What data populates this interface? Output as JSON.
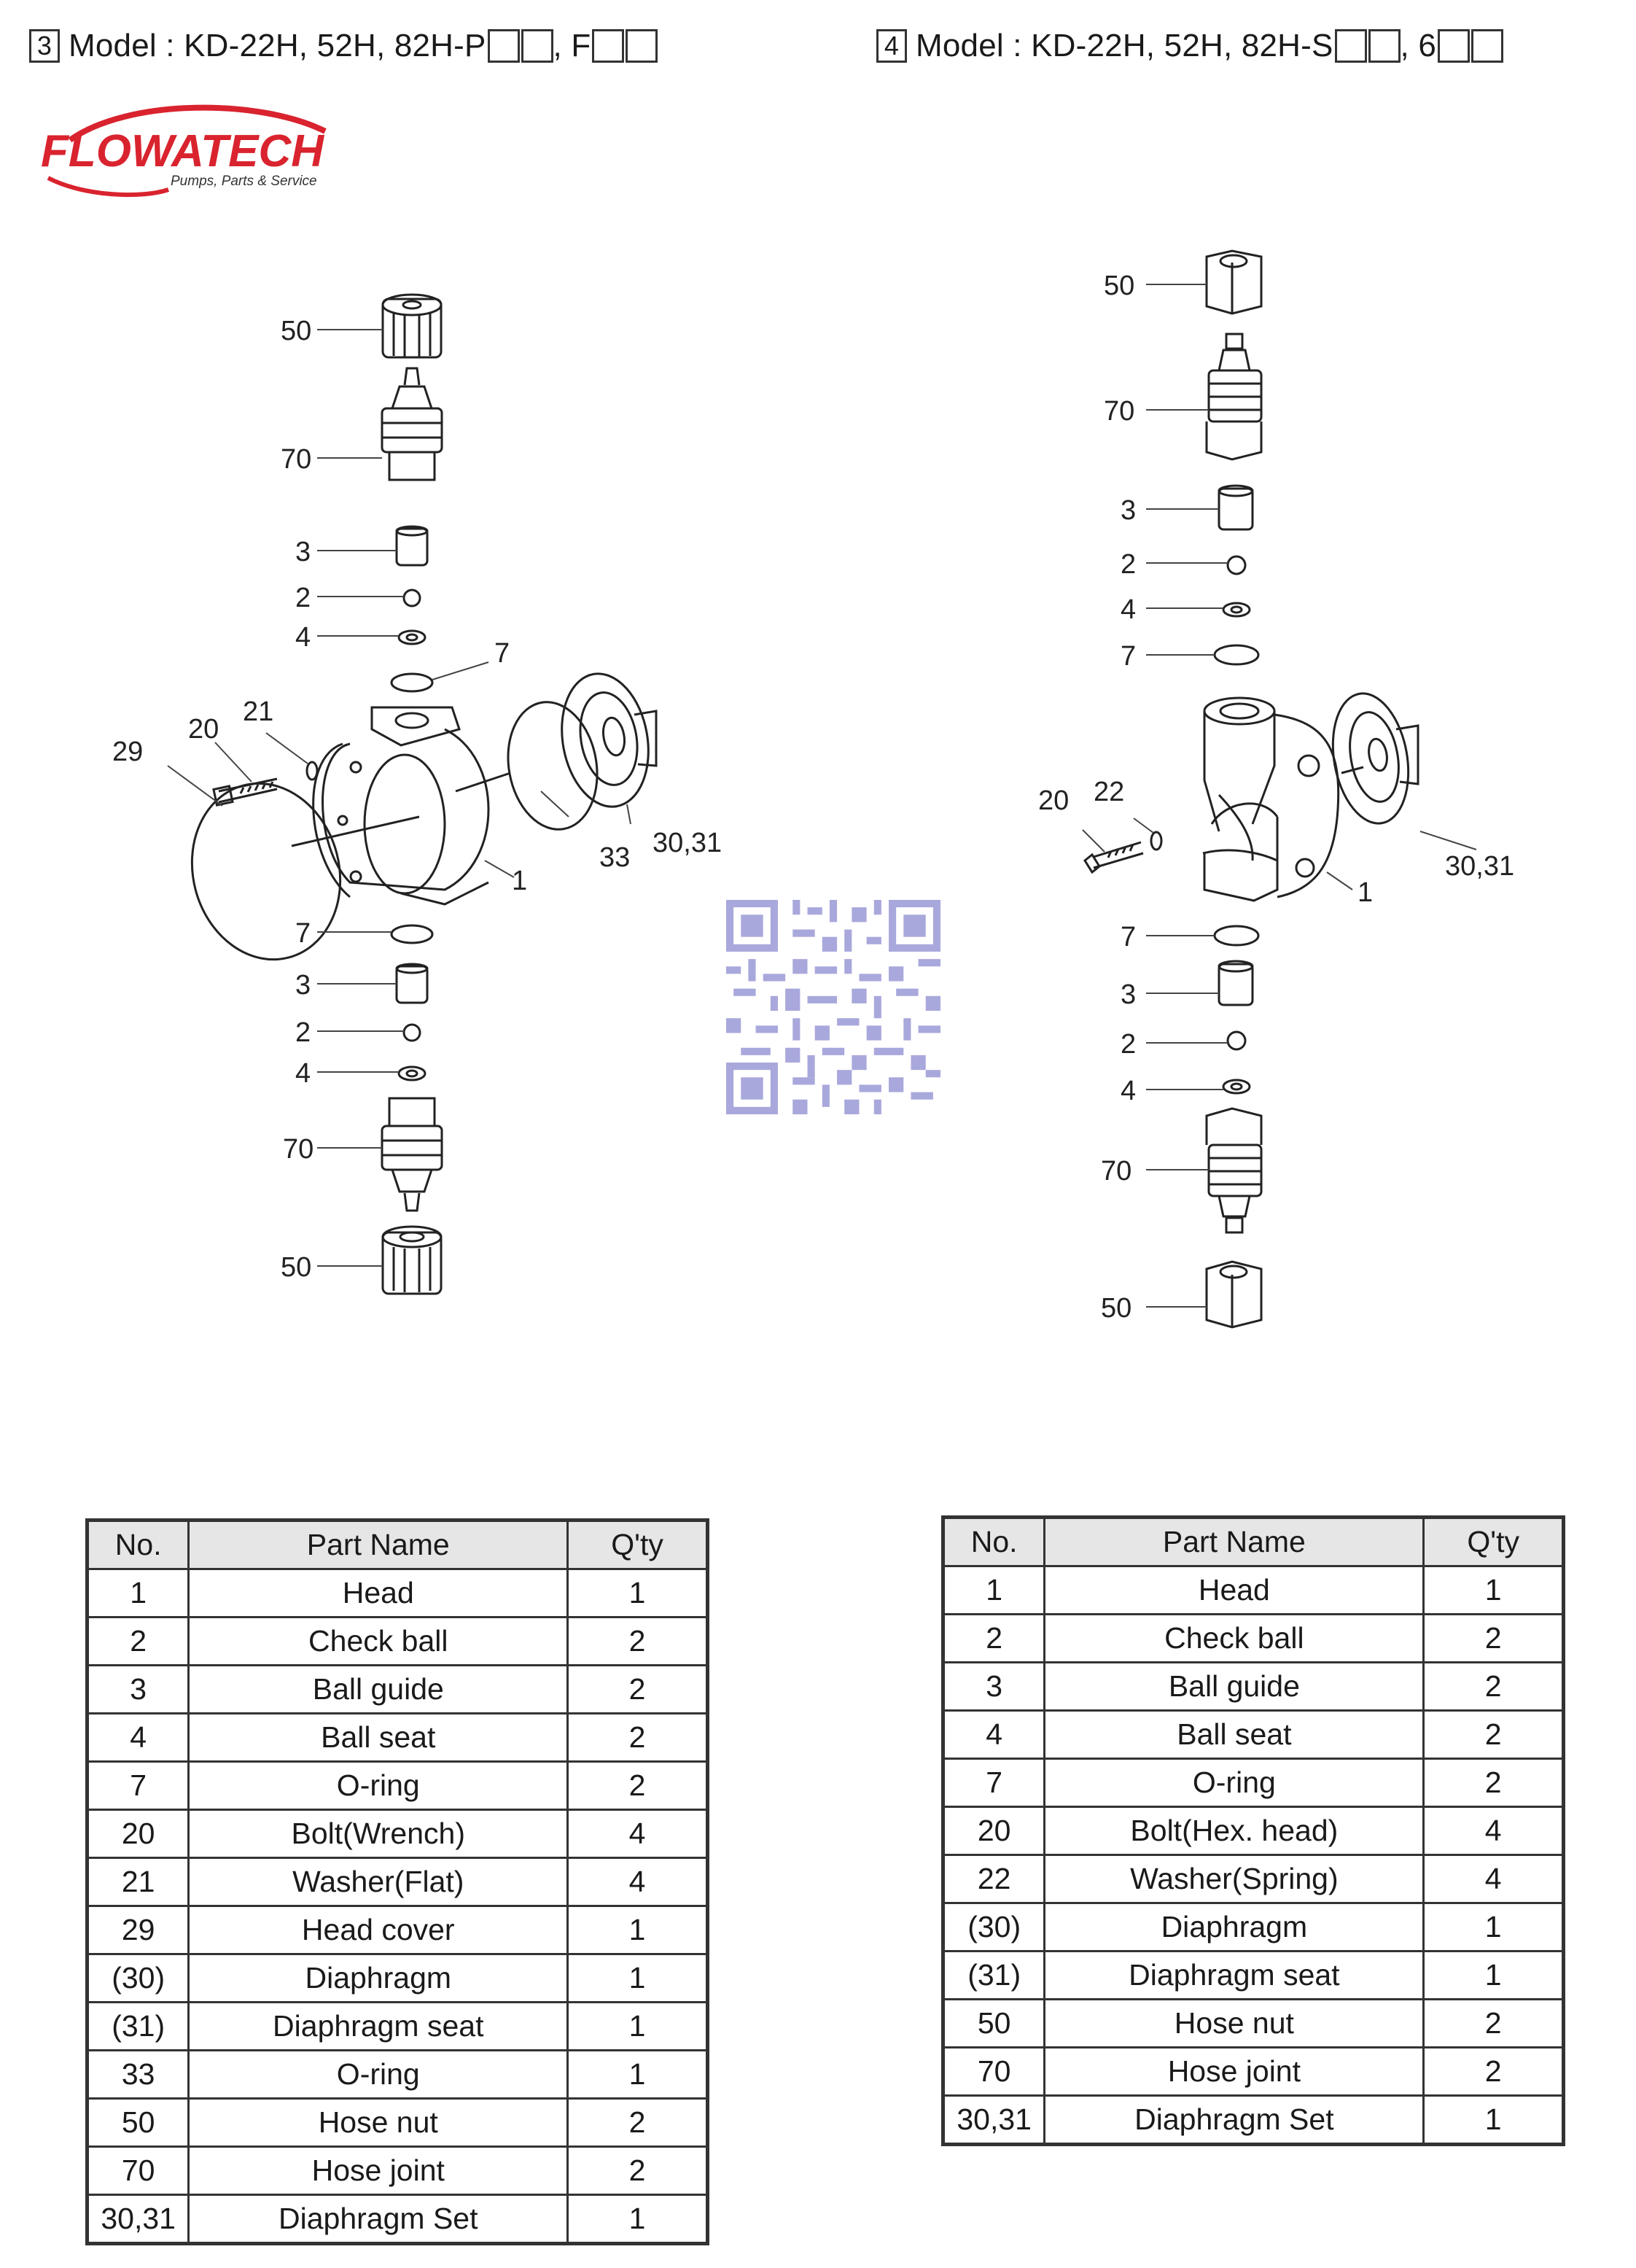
{
  "left_section": {
    "number": "3",
    "title_part1": "Model : KD-22H, 52H, 82H-P",
    "title_part2": ", F"
  },
  "right_section": {
    "number": "4",
    "title_part1": "Model : KD-22H, 52H, 82H-S",
    "title_part2": ", 6"
  },
  "logo": {
    "name": "FLOWATECH",
    "tagline": "Pumps, Parts & Service",
    "color": "#d9232e"
  },
  "left_diagram_labels": [
    "50",
    "70",
    "3",
    "2",
    "4",
    "7",
    "21",
    "20",
    "29",
    "33",
    "30,31",
    "1",
    "7",
    "3",
    "2",
    "4",
    "70",
    "50"
  ],
  "right_diagram_labels": [
    "50",
    "70",
    "3",
    "2",
    "4",
    "7",
    "20",
    "22",
    "30,31",
    "1",
    "7",
    "3",
    "2",
    "4",
    "70",
    "50"
  ],
  "table_headers": {
    "no": "No.",
    "name": "Part Name",
    "qty": "Q'ty"
  },
  "left_table": [
    {
      "no": "1",
      "name": "Head",
      "qty": "1"
    },
    {
      "no": "2",
      "name": "Check ball",
      "qty": "2"
    },
    {
      "no": "3",
      "name": "Ball guide",
      "qty": "2"
    },
    {
      "no": "4",
      "name": "Ball seat",
      "qty": "2"
    },
    {
      "no": "7",
      "name": "O-ring",
      "qty": "2"
    },
    {
      "no": "20",
      "name": "Bolt(Wrench)",
      "qty": "4"
    },
    {
      "no": "21",
      "name": "Washer(Flat)",
      "qty": "4"
    },
    {
      "no": "29",
      "name": "Head cover",
      "qty": "1"
    },
    {
      "no": "(30)",
      "name": "Diaphragm",
      "qty": "1"
    },
    {
      "no": "(31)",
      "name": "Diaphragm seat",
      "qty": "1"
    },
    {
      "no": "33",
      "name": "O-ring",
      "qty": "1"
    },
    {
      "no": "50",
      "name": "Hose nut",
      "qty": "2"
    },
    {
      "no": "70",
      "name": "Hose joint",
      "qty": "2"
    },
    {
      "no": "30,31",
      "name": "Diaphragm Set",
      "qty": "1"
    }
  ],
  "right_table": [
    {
      "no": "1",
      "name": "Head",
      "qty": "1"
    },
    {
      "no": "2",
      "name": "Check ball",
      "qty": "2"
    },
    {
      "no": "3",
      "name": "Ball guide",
      "qty": "2"
    },
    {
      "no": "4",
      "name": "Ball seat",
      "qty": "2"
    },
    {
      "no": "7",
      "name": "O-ring",
      "qty": "2"
    },
    {
      "no": "20",
      "name": "Bolt(Hex. head)",
      "qty": "4"
    },
    {
      "no": "22",
      "name": "Washer(Spring)",
      "qty": "4"
    },
    {
      "no": "(30)",
      "name": "Diaphragm",
      "qty": "1"
    },
    {
      "no": "(31)",
      "name": "Diaphragm seat",
      "qty": "1"
    },
    {
      "no": "50",
      "name": "Hose nut",
      "qty": "2"
    },
    {
      "no": "70",
      "name": "Hose joint",
      "qty": "2"
    },
    {
      "no": "30,31",
      "name": "Diaphragm Set",
      "qty": "1"
    }
  ]
}
